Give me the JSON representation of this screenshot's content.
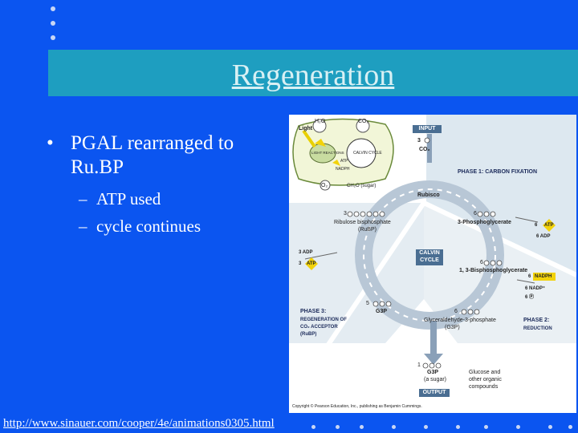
{
  "slide": {
    "title": "Regeneration",
    "bullet": {
      "marker": "•",
      "text": "PGAL rearranged to Ru.BP"
    },
    "subbullets": [
      {
        "marker": "–",
        "text": "ATP used"
      },
      {
        "marker": "–",
        "text": "cycle continues"
      }
    ],
    "link": "http://www.sinauer.com/cooper/4e/animations0305.html"
  },
  "diagram": {
    "light": "Light",
    "h2o": "H₂O",
    "co2_top": "CO₂",
    "light_reactions": "LIGHT REACTIONS",
    "calvin_small": "CALVIN CYCLE",
    "atp_small": "ATP",
    "nadph_small": "NADPH",
    "o2": "O₂",
    "ch2o": "CH₂O (sugar)",
    "input_box": "INPUT",
    "input_count": "3",
    "input_co2": "CO₂",
    "phase1": "PHASE 1: CARBON FIXATION",
    "rubisco": "Rubisco",
    "rubp_count": "3",
    "rubp_name": "Ribulose bisphosphate",
    "rubp_abbr": "(RuBP)",
    "pga_count": "6",
    "pga_name": "3-Phosphoglycerate",
    "atp_6": "6",
    "atp_right": "ATP",
    "adp_6": "6 ADP",
    "calvin_box": "CALVIN CYCLE",
    "adp_3": "3 ADP",
    "atp_3": "3",
    "atp_left": "ATP",
    "bpg_count": "6",
    "bpg_name": "1, 3-Bisphosphoglycerate",
    "nadph_6": "6",
    "nadph_right": "NADPH",
    "nadp_6": "6 NADP⁺",
    "pi_6": "6 Ⓟ",
    "phase3_title": "PHASE 3:",
    "phase3_sub1": "REGENERATION OF",
    "phase3_sub2": "CO₂ ACCEPTOR",
    "phase3_sub3": "(RuBP)",
    "g3p5_count": "5",
    "g3p5_name": "G3P",
    "g3p6_count": "6",
    "g3p6_name": "Glyceraldehyde-3-phosphate",
    "g3p6_abbr": "(G3P)",
    "phase2_title": "PHASE 2:",
    "phase2_sub": "REDUCTION",
    "out_count": "1",
    "out_name": "G3P",
    "out_sub": "(a sugar)",
    "glucose1": "Glucose and",
    "glucose2": "other organic",
    "glucose3": "compounds",
    "output_box": "OUTPUT",
    "copyright": "Copyright © Pearson Education, Inc., publishing as Benjamin Cummings."
  }
}
